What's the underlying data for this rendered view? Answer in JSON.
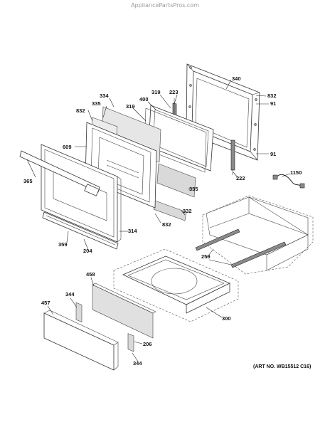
{
  "site_watermark": "AppliancePartsPros.com",
  "art_number": "(ART NO. WB15512 C16)",
  "callouts": [
    {
      "id": "340",
      "text": "340"
    },
    {
      "id": "832a",
      "text": "832"
    },
    {
      "id": "91a",
      "text": "91"
    },
    {
      "id": "223",
      "text": "223"
    },
    {
      "id": "319a",
      "text": "319"
    },
    {
      "id": "400",
      "text": "400"
    },
    {
      "id": "334",
      "text": "334"
    },
    {
      "id": "335a",
      "text": "335"
    },
    {
      "id": "832b",
      "text": "832"
    },
    {
      "id": "319b",
      "text": "319"
    },
    {
      "id": "609",
      "text": "609"
    },
    {
      "id": "91b",
      "text": "91"
    },
    {
      "id": "222",
      "text": "222"
    },
    {
      "id": "1150",
      "text": "1150"
    },
    {
      "id": "365",
      "text": "365"
    },
    {
      "id": "335b",
      "text": "335"
    },
    {
      "id": "332",
      "text": "332"
    },
    {
      "id": "832c",
      "text": "832"
    },
    {
      "id": "314",
      "text": "314"
    },
    {
      "id": "359",
      "text": "359"
    },
    {
      "id": "259",
      "text": "259"
    },
    {
      "id": "204",
      "text": "204"
    },
    {
      "id": "458",
      "text": "458"
    },
    {
      "id": "344a",
      "text": "344"
    },
    {
      "id": "457",
      "text": "457"
    },
    {
      "id": "300",
      "text": "300"
    },
    {
      "id": "206",
      "text": "206"
    },
    {
      "id": "344b",
      "text": "344"
    }
  ]
}
